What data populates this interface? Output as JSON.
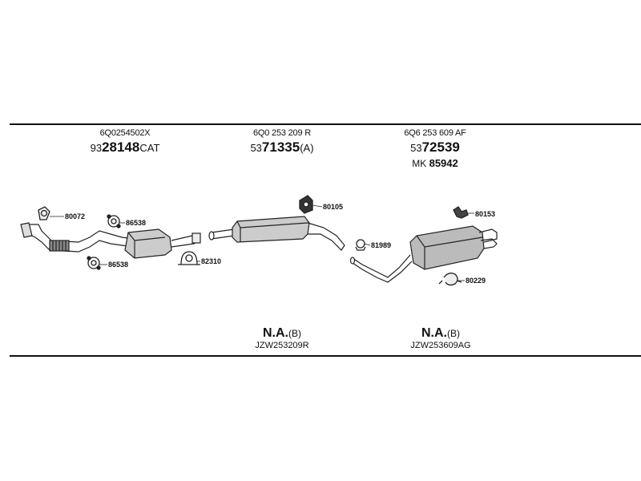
{
  "top_row": [
    {
      "oe": "6Q0254502X",
      "prefix": "93",
      "main": "28148",
      "suffix": "CAT"
    },
    {
      "oe": "6Q0 253 209 R",
      "prefix": "53",
      "main": "71335",
      "suffix": "(A)"
    },
    {
      "oe": "6Q6 253 609 AF",
      "prefix": "53",
      "main": "72539",
      "suffix": "",
      "mk_prefix": "MK",
      "mk_value": "85942"
    }
  ],
  "bottom_row": [
    {
      "na": "N.A.",
      "na_suffix": "(B)",
      "ref": "JZW253209R"
    },
    {
      "na": "N.A.",
      "na_suffix": "(B)",
      "ref": "JZW253609AG"
    }
  ],
  "part_labels": {
    "l80072": "80072",
    "l86538a": "86538",
    "l86538b": "86538",
    "l82310": "82310",
    "l80105": "80105",
    "l81989": "81989",
    "l80153": "80153",
    "l80229": "80229"
  }
}
